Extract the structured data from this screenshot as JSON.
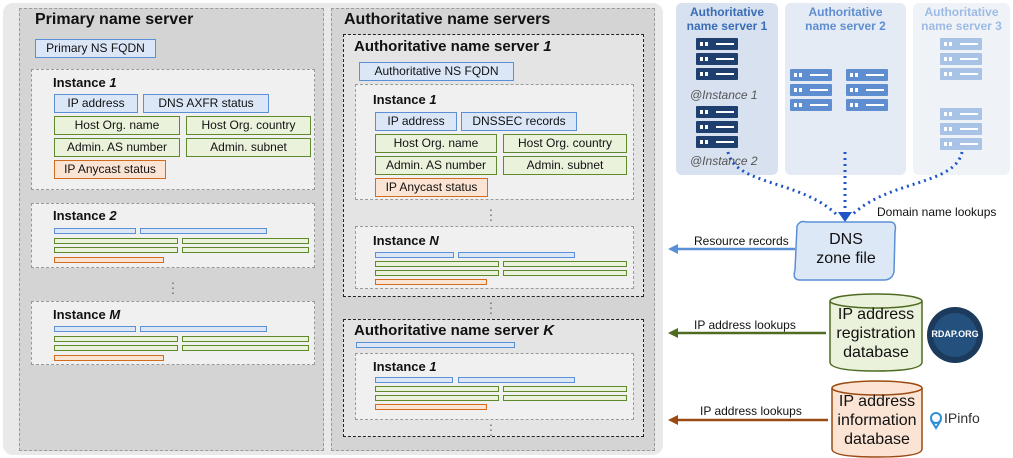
{
  "primary": {
    "title": "Primary name server",
    "fqdn": "Primary NS FQDN",
    "instance1_title": "Instance 1",
    "instance2_title": "Instance 2",
    "instanceM_title": "Instance M",
    "fields": {
      "ip": "IP address",
      "axfr": "DNS AXFR status",
      "host_org": "Host Org. name",
      "host_country": "Host Org. country",
      "admin_as": "Admin. AS number",
      "admin_subnet": "Admin. subnet",
      "anycast": "IP Anycast status"
    }
  },
  "authoritative": {
    "title": "Authoritative name servers",
    "server1_title": "Authoritative name server 1",
    "serverK_title": "Authoritative name server K",
    "fqdn": "Authoritative NS FQDN",
    "instance1_title": "Instance 1",
    "instanceN_title": "Instance N",
    "instanceK1_title": "Instance 1",
    "fields": {
      "ip": "IP address",
      "dnssec": "DNSSEC records",
      "host_org": "Host Org. name",
      "host_country": "Host Org. country",
      "admin_as": "Admin. AS number",
      "admin_subnet": "Admin. subnet",
      "anycast": "IP Anycast status"
    }
  },
  "servers": {
    "s1_line1": "Authoritative",
    "s1_line2": "name server 1",
    "s2_line1": "Authoritative",
    "s2_line2": "name server 2",
    "s3_line1": "Authoritative",
    "s3_line2": "name server 3",
    "at1": "@Instance 1",
    "at2": "@Instance 2"
  },
  "dns": {
    "line1": "DNS",
    "line2": "zone file",
    "lookups_label": "Domain name lookups",
    "records_label": "Resource records"
  },
  "ip_reg": {
    "line1": "IP address",
    "line2": "registration",
    "line3": "database",
    "label": "IP address lookups",
    "logo": "RDAP.ORG"
  },
  "ip_info": {
    "line1": "IP address",
    "line2": "information",
    "line3": "database",
    "label": "IP address lookups",
    "logo": "IPinfo"
  },
  "colors": {
    "blue": "#5b8fd6",
    "green": "#5f8a2c",
    "orange": "#d36b1e",
    "dns_dotted": "#1f55c8"
  }
}
